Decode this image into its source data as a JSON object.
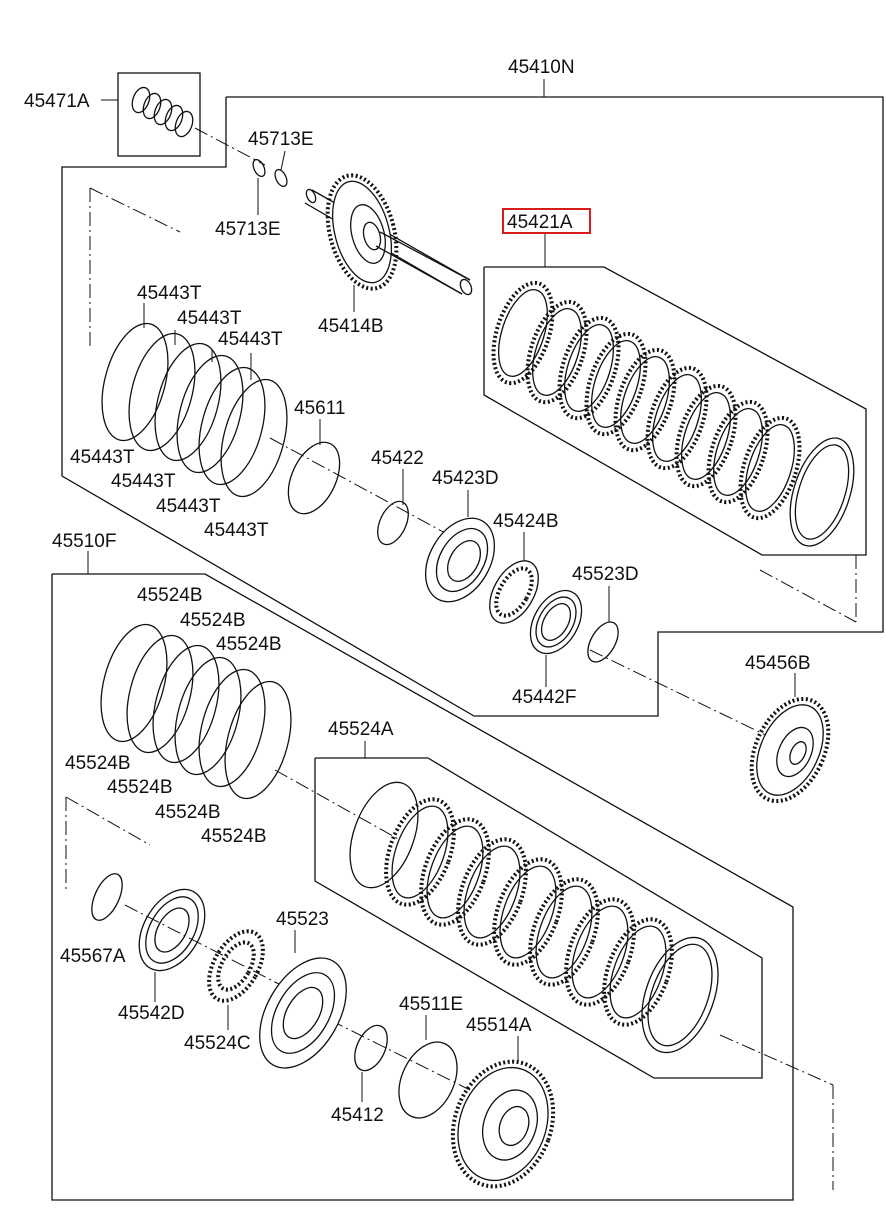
{
  "diagram": {
    "title": "Automatic transmission clutch assembly — exploded view",
    "highlighted_part": "45421A",
    "labels": {
      "45410N": "45410N",
      "45471A": "45471A",
      "45713E_top": "45713E",
      "45713E_bottom": "45713E",
      "45421A": "45421A",
      "45414B": "45414B",
      "45443T_1": "45443T",
      "45443T_2": "45443T",
      "45443T_3": "45443T",
      "45443T_4": "45443T",
      "45443T_5": "45443T",
      "45443T_6": "45443T",
      "45443T_7": "45443T",
      "45611": "45611",
      "45422": "45422",
      "45423D": "45423D",
      "45424B": "45424B",
      "45523D": "45523D",
      "45442F": "45442F",
      "45510F": "45510F",
      "45456B": "45456B",
      "45524B_1": "45524B",
      "45524B_2": "45524B",
      "45524B_3": "45524B",
      "45524B_4": "45524B",
      "45524B_5": "45524B",
      "45524B_6": "45524B",
      "45524B_7": "45524B",
      "45524A": "45524A",
      "45567A": "45567A",
      "45542D": "45542D",
      "45523": "45523",
      "45524C": "45524C",
      "45511E": "45511E",
      "45514A": "45514A",
      "45412": "45412"
    },
    "colors": {
      "line": "#111111",
      "highlight": "#d81b1b",
      "background": "#ffffff"
    }
  }
}
